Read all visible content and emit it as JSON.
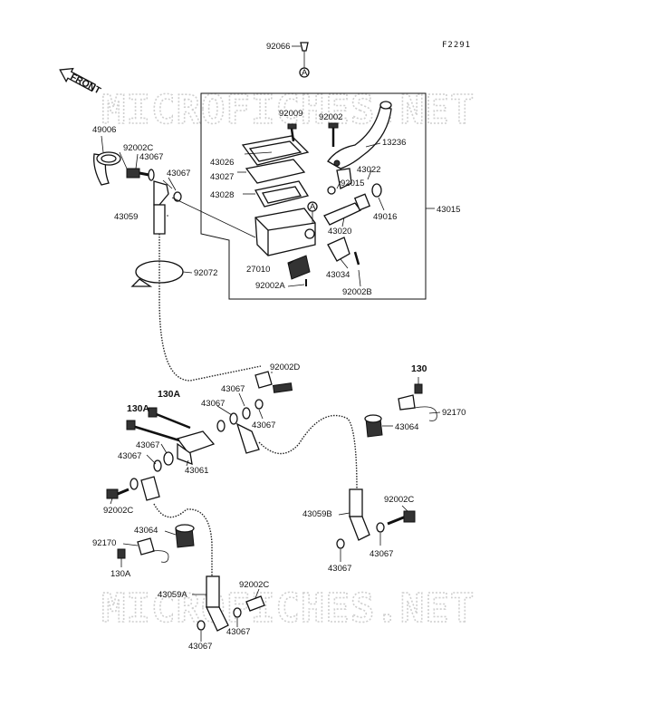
{
  "diagram": {
    "code": "F2291",
    "watermark": "MICROFICHES.NET",
    "front_label": "FRONT",
    "marker_label": "A",
    "labels": {
      "p92066": "92066",
      "p49006": "49006",
      "p92002c_top": "92002C",
      "p43067_a": "43067",
      "p43067_b": "43067",
      "p43059": "43059",
      "p92009": "92009",
      "p92002": "92002",
      "p13236": "13236",
      "p43026": "43026",
      "p43027": "43027",
      "p43028": "43028",
      "p43022": "43022",
      "p92015": "92015",
      "p49016": "49016",
      "p43015": "43015",
      "p43020": "43020",
      "p27010": "27010",
      "p43034": "43034",
      "p92002a": "92002A",
      "p92002b": "92002B",
      "p92072": "92072",
      "p92002d": "92002D",
      "p43067_c": "43067",
      "p43067_d": "43067",
      "p43067_e": "43067",
      "p130a_1": "130A",
      "p130a_2": "130A",
      "p130_r": "130",
      "p92170_r": "92170",
      "p43064_r": "43064",
      "p43067_f": "43067",
      "p43067_g": "43067",
      "p43061": "43061",
      "p92002c_l": "92002C",
      "p43059b": "43059B",
      "p92002c_r": "92002C",
      "p43067_h": "43067",
      "p43067_i": "43067",
      "p43064_l": "43064",
      "p92170_l": "92170",
      "p130a_l": "130A",
      "p43059a": "43059A",
      "p92002c_b": "92002C",
      "p43067_j": "43067",
      "p43067_k": "43067"
    }
  }
}
